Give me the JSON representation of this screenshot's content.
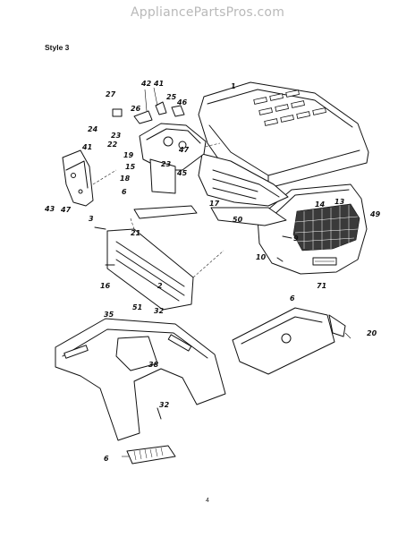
{
  "header": {
    "watermark": "AppliancePartsPros.com"
  },
  "diagram": {
    "style_label": "Style 3",
    "callouts": [
      "1",
      "2",
      "3",
      "6",
      "6",
      "6",
      "9",
      "10",
      "13",
      "14",
      "15",
      "16",
      "17",
      "18",
      "19",
      "20",
      "21",
      "22",
      "23",
      "23",
      "24",
      "25",
      "26",
      "27",
      "32",
      "32",
      "35",
      "38",
      "41",
      "41",
      "42",
      "43",
      "45",
      "46",
      "47",
      "47",
      "49",
      "50",
      "51",
      "71"
    ]
  },
  "footer": {
    "page_number": "4"
  }
}
